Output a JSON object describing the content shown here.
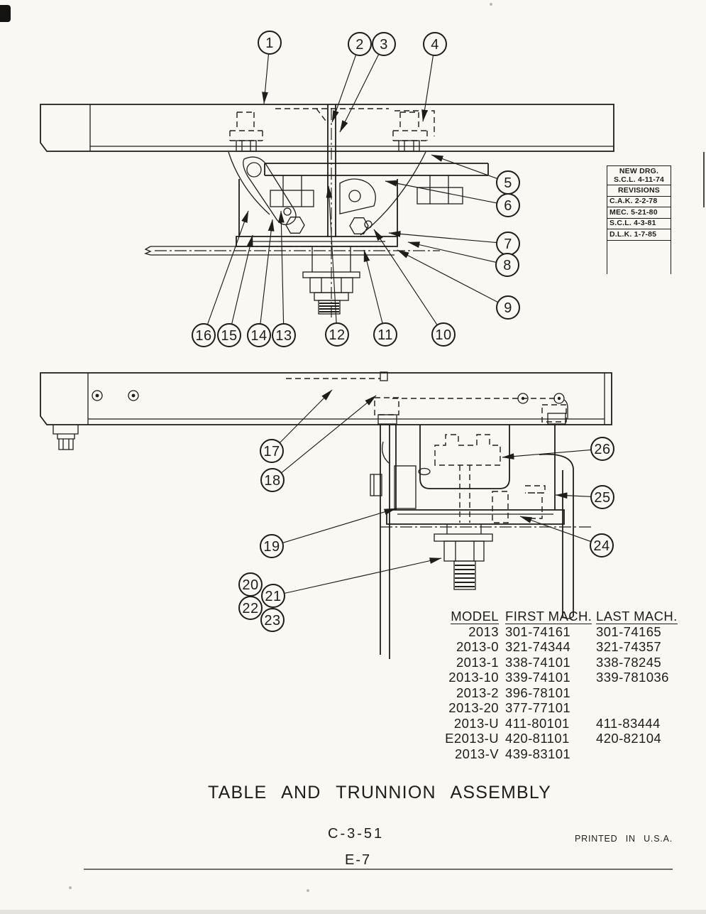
{
  "page": {
    "title": "TABLE AND TRUNNION ASSEMBLY",
    "drawing_code": "C-3-51",
    "sheet_number": "E-7",
    "printed_note": "PRINTED IN U.S.A."
  },
  "revision_box": {
    "line1": "NEW DRG.",
    "line2": "S.C.L. 4-11-74",
    "header": "REVISIONS",
    "revisions": [
      "C.A.K. 2-2-78",
      "MEC. 5-21-80",
      "S.C.L. 4-3-81",
      "D.L.K. 1-7-85"
    ]
  },
  "callouts": [
    {
      "label": "1"
    },
    {
      "label": "2"
    },
    {
      "label": "3"
    },
    {
      "label": "4"
    },
    {
      "label": "5"
    },
    {
      "label": "6"
    },
    {
      "label": "7"
    },
    {
      "label": "8"
    },
    {
      "label": "9"
    },
    {
      "label": "10"
    },
    {
      "label": "11"
    },
    {
      "label": "12"
    },
    {
      "label": "13"
    },
    {
      "label": "14"
    },
    {
      "label": "15"
    },
    {
      "label": "16"
    },
    {
      "label": "17"
    },
    {
      "label": "18"
    },
    {
      "label": "19"
    },
    {
      "label": "20"
    },
    {
      "label": "21"
    },
    {
      "label": "22"
    },
    {
      "label": "23"
    },
    {
      "label": "24"
    },
    {
      "label": "25"
    },
    {
      "label": "26"
    }
  ],
  "model_table": {
    "headers": [
      "MODEL",
      "FIRST MACH.",
      "LAST MACH."
    ],
    "rows": [
      [
        "2013",
        "301-74161",
        "301-74165"
      ],
      [
        "2013-0",
        "321-74344",
        "321-74357"
      ],
      [
        "2013-1",
        "338-74101",
        "338-78245"
      ],
      [
        "2013-10",
        "339-74101",
        "339-781036"
      ],
      [
        "2013-2",
        "396-78101",
        ""
      ],
      [
        "2013-20",
        "377-77101",
        ""
      ],
      [
        "2013-U",
        "411-80101",
        "411-83444"
      ],
      [
        "E2013-U",
        "420-81101",
        "420-82104"
      ],
      [
        "2013-V",
        "439-83101",
        ""
      ]
    ]
  },
  "colors": {
    "paper": "#f9f8f3",
    "ink": "#1e1d1a"
  }
}
